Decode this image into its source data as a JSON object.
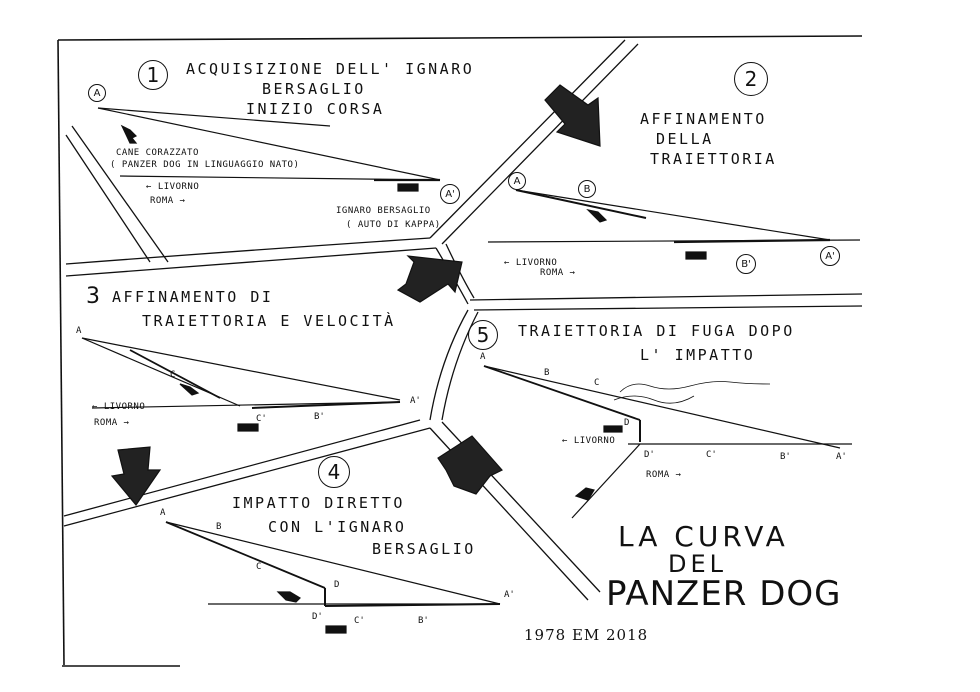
{
  "sections": {
    "s1": {
      "number": "1",
      "heading_l1": "ACQUISIZIONE DELL' IGNARO",
      "heading_l2": "BERSAGLIO",
      "heading_l3": "INIZIO CORSA",
      "point_a": "A",
      "point_a1": "A'",
      "dog_label_l1": "CANE CORAZZATO",
      "dog_label_l2": "( PANZER DOG IN LINGUAGGIO NATO)",
      "livorno": "LIVORNO",
      "roma": "ROMA",
      "target_l1": "IGNARO BERSAGLIO",
      "target_l2": "( AUTO DI KAPPA)"
    },
    "s2": {
      "number": "2",
      "heading_l1": "AFFINAMENTO",
      "heading_l2": "DELLA",
      "heading_l3": "TRAIETTORIA",
      "point_a": "A",
      "point_b": "B",
      "point_a1": "A'",
      "point_b1": "B'",
      "livorno": "LIVORNO",
      "roma": "ROMA"
    },
    "s3": {
      "number": "3",
      "heading_l1": "AFFINAMENTO DI",
      "heading_l2": "TRAIETTORIA E VELOCITÀ",
      "point_a": "A",
      "point_a1": "A'",
      "point_b1": "B'",
      "point_c": "C",
      "point_c1": "C'",
      "livorno": "LIVORNO",
      "roma": "ROMA"
    },
    "s4": {
      "number": "4",
      "heading_l1": "IMPATTO DIRETTO",
      "heading_l2": "CON L'IGNARO",
      "heading_l3": "BERSAGLIO",
      "point_a": "A",
      "point_b": "B",
      "point_c": "C",
      "point_d": "D",
      "point_a1": "A'",
      "point_b1": "B'",
      "point_c1": "C'",
      "point_d1": "D'"
    },
    "s5": {
      "number": "5",
      "heading_l1": "TRAIETTORIA DI FUGA DOPO",
      "heading_l2": "L' IMPATTO",
      "point_a": "A",
      "point_b": "B",
      "point_c": "C",
      "point_d": "D",
      "point_a1": "A'",
      "point_b1": "B'",
      "point_c1": "C'",
      "point_d1": "D'",
      "livorno": "LIVORNO",
      "roma": "ROMA"
    }
  },
  "title": {
    "line1": "LA CURVA",
    "line2": "DEL",
    "line3": "PANZER DOG"
  },
  "signature": "1978 EM 2018"
}
